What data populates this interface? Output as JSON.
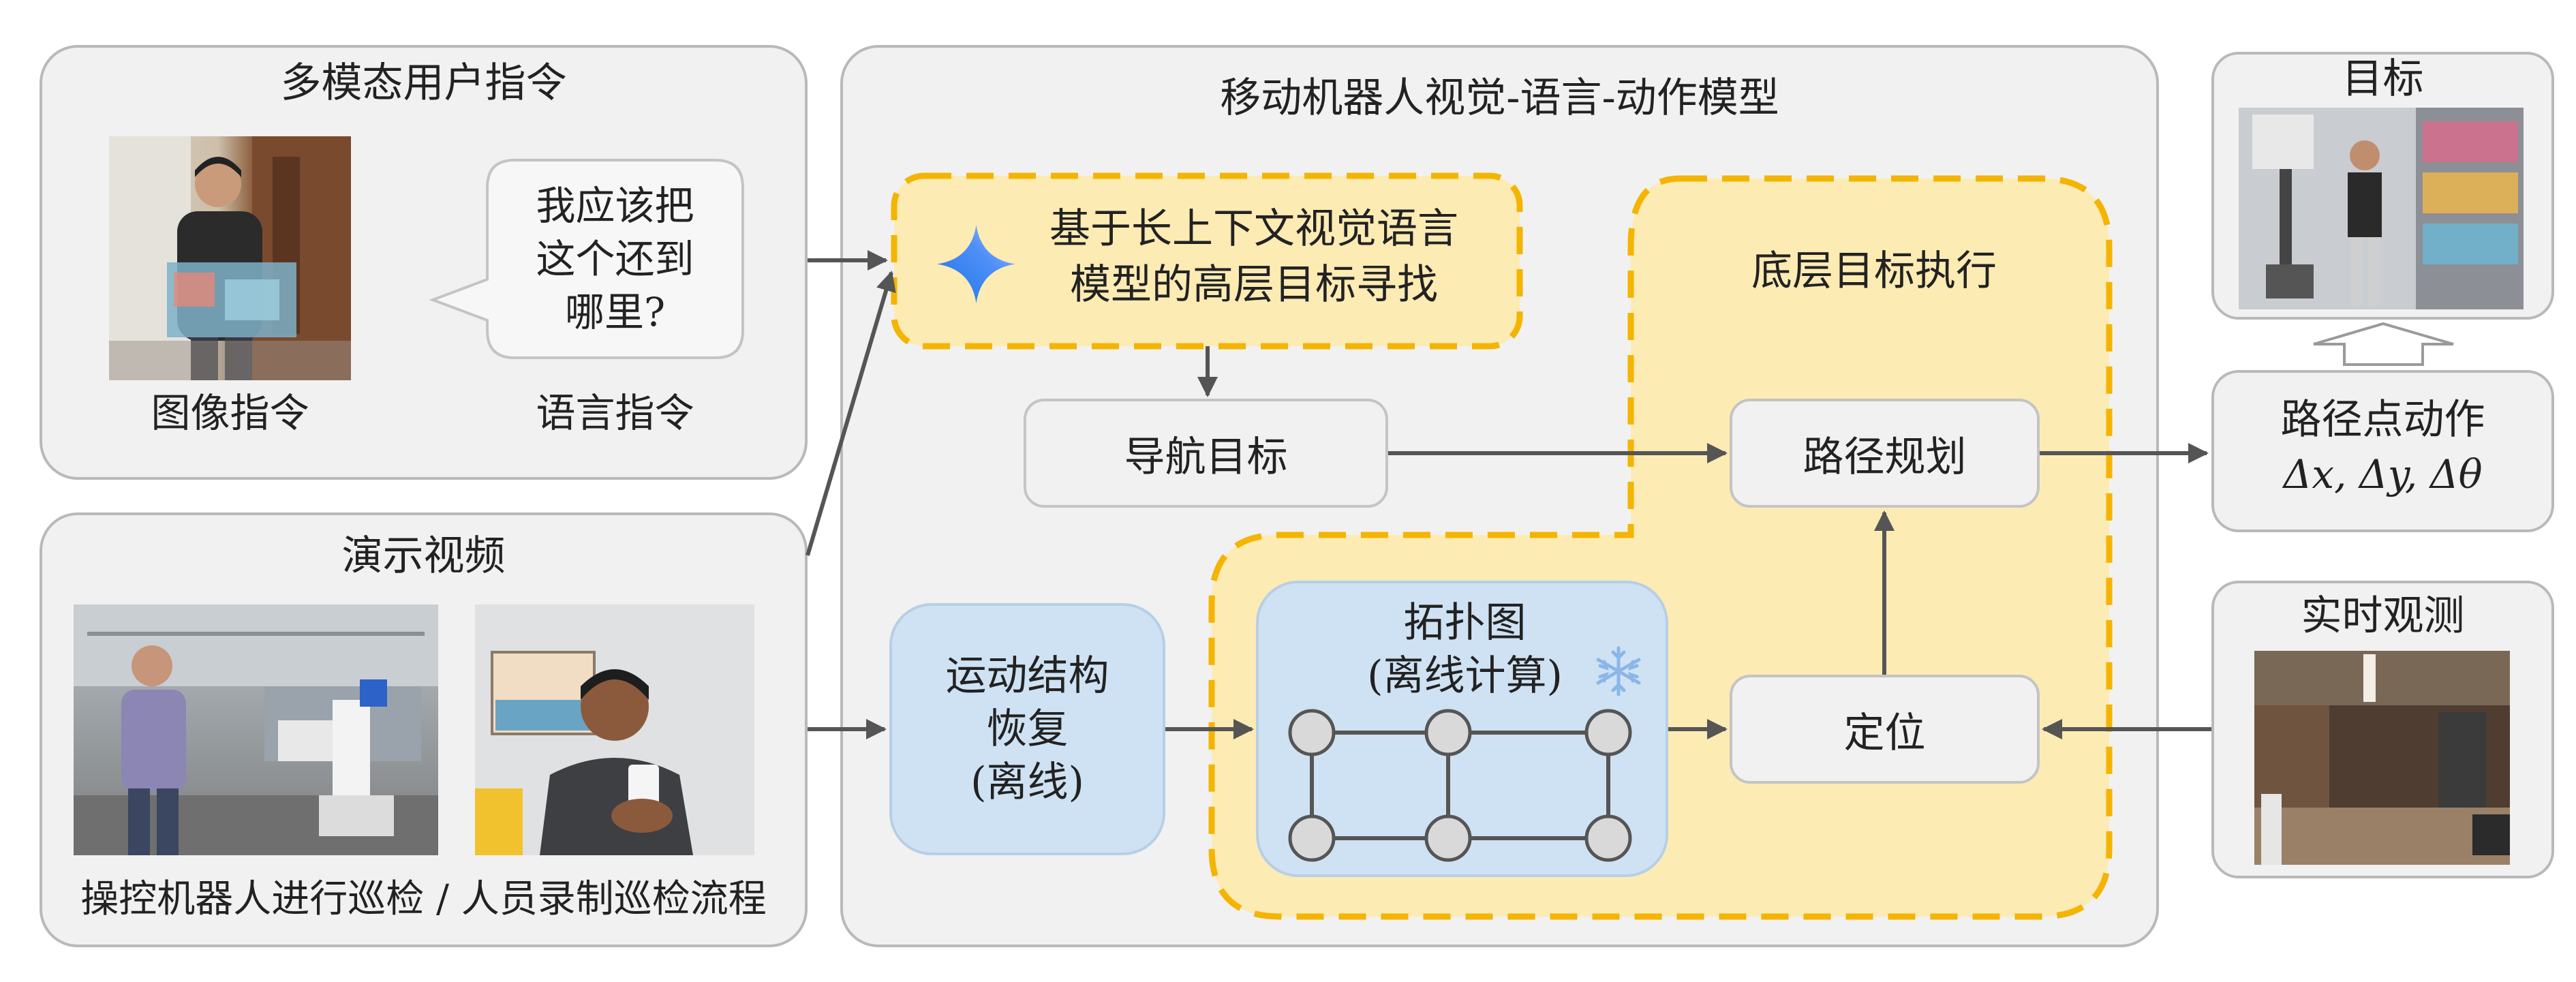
{
  "multimodal": {
    "title": "多模态用户指令",
    "image_caption": "图像指令",
    "speech": [
      "我应该把",
      "这个还到",
      "哪里?"
    ],
    "language_caption": "语言指令"
  },
  "demo": {
    "title": "演示视频",
    "caption": "操控机器人进行巡检 / 人员录制巡检流程"
  },
  "model": {
    "title": "移动机器人视觉-语言-动作模型",
    "highlevel": [
      "基于长上下文视觉语言",
      "模型的高层目标寻找"
    ],
    "nav_goal": "导航目标",
    "lowlevel_title": "底层目标执行",
    "path_planning": "路径规划",
    "sfm": [
      "运动结构",
      "恢复",
      "(离线)"
    ],
    "topo": [
      "拓扑图",
      "(离线计算)"
    ],
    "localization": "定位"
  },
  "goal": {
    "title": "目标"
  },
  "waypoint": {
    "line1": "路径点动作",
    "line2": "Δx, Δy, Δθ"
  },
  "realtime": {
    "title": "实时观测"
  },
  "colors": {
    "panel_bg": "#f1f1f1",
    "dashed_yellow": "#f4b400",
    "yellow_fill": "#fdebb4",
    "blue_box": "#cfe2f3",
    "arrow": "#555555"
  }
}
